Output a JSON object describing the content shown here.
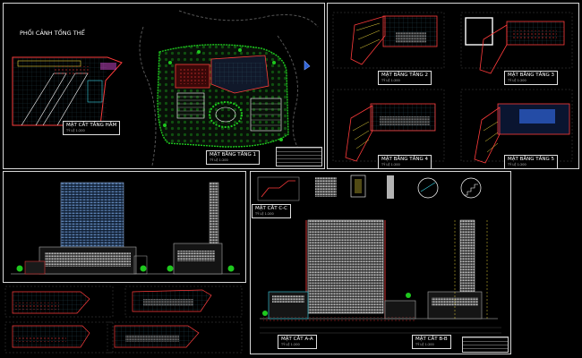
{
  "sheets": {
    "site": {
      "title": "PHỐI CẢNH TỔNG THỂ",
      "basement_label": "MẶT CẮT TẦNG HẦM",
      "basement_scale": "TỶ LỆ 1:200",
      "floor1_label": "MẶT BẰNG TẦNG 1",
      "floor1_scale": "TỶ LỆ 1:200"
    },
    "floors": {
      "f2": "MẶT BẰNG TẦNG 2",
      "f3": "MẶT BẰNG TẦNG 3",
      "f4": "MẶT BẰNG TẦNG 4",
      "f5": "MẶT BẰNG TẦNG 5",
      "scale": "TỶ LỆ 1:200"
    },
    "sections": {
      "cc": "MẶT CẮT C-C",
      "aa": "MẶT CẮT A-A",
      "bb": "MẶT CẮT B-B",
      "scale": "TỶ LỆ 1:200"
    }
  },
  "colors": {
    "background": "#000000",
    "frame": "#d8d8d8",
    "wall_red": "#ff3b3b",
    "tree_green": "#1ec81e",
    "line_cyan": "#39d4e6",
    "glass_blue": "#2f64d8",
    "accent_yellow": "#e8d33a",
    "accent_magenta": "#d04ad0"
  }
}
